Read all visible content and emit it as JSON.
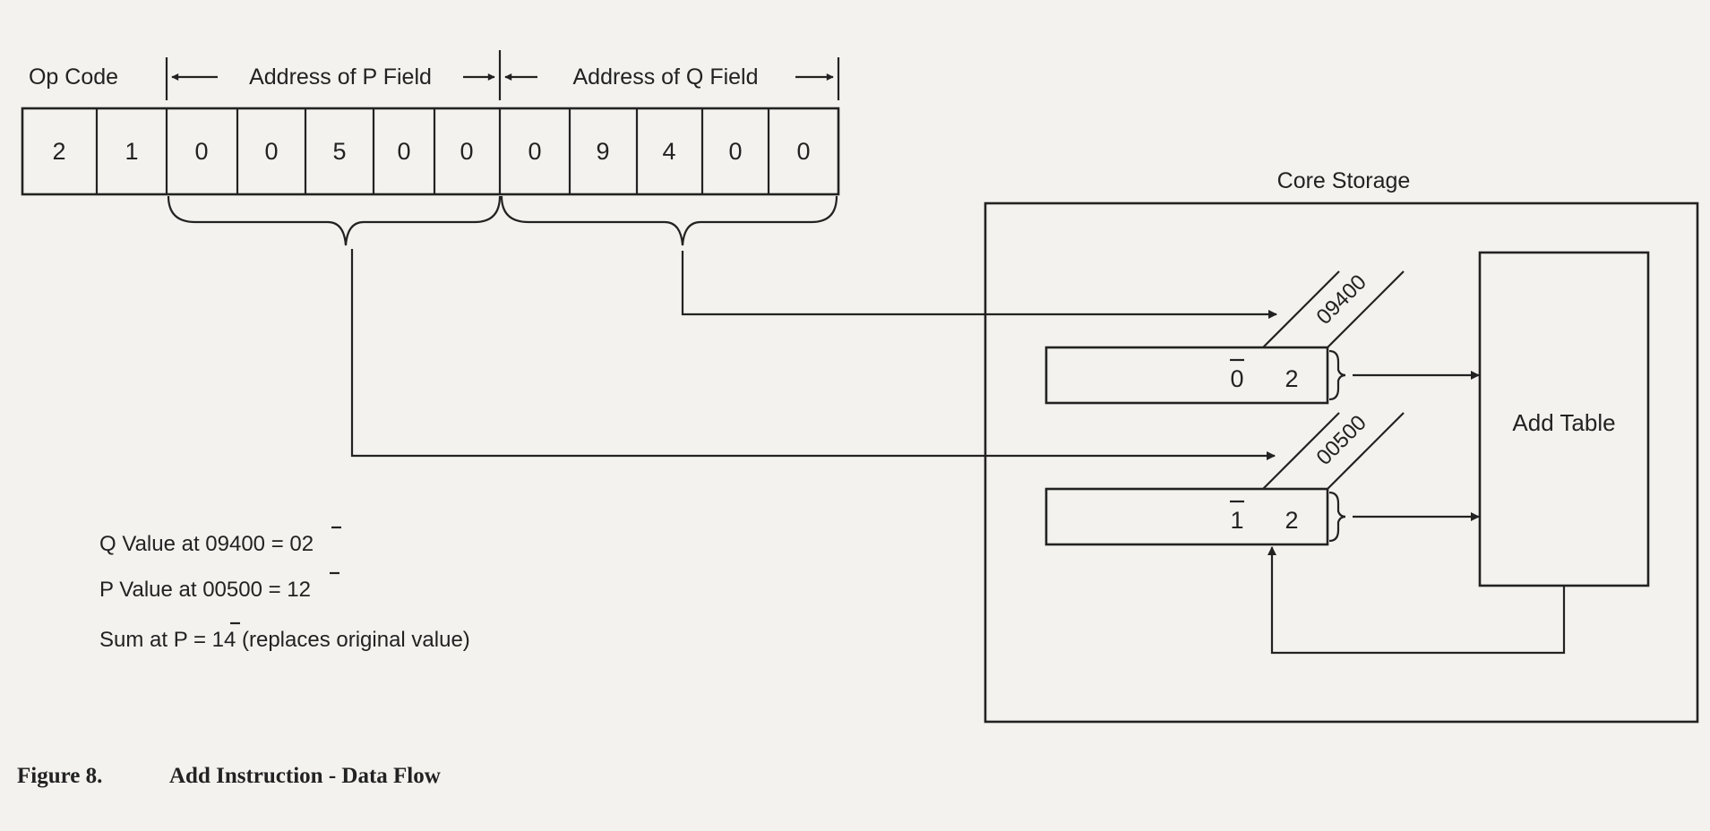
{
  "instruction": {
    "op_code_label": "Op Code",
    "p_field_label": "Address of P Field",
    "q_field_label": "Address of Q Field",
    "digits": [
      "2",
      "1",
      "0",
      "0",
      "5",
      "0",
      "0",
      "0",
      "9",
      "4",
      "0",
      "0"
    ]
  },
  "core_storage": {
    "title": "Core Storage",
    "q_address": "09400",
    "q_value_digits": [
      "0",
      "2"
    ],
    "p_address": "00500",
    "p_value_digits": [
      "1",
      "2"
    ],
    "add_table_label": "Add Table"
  },
  "notes": {
    "q_line": "Q Value at 09400 = 02",
    "p_line": "P Value at 00500 = 12",
    "sum_line": "Sum at P = 14 (replaces original value)"
  },
  "caption": {
    "figure_number": "Figure 8.",
    "title": "Add Instruction - Data Flow"
  }
}
